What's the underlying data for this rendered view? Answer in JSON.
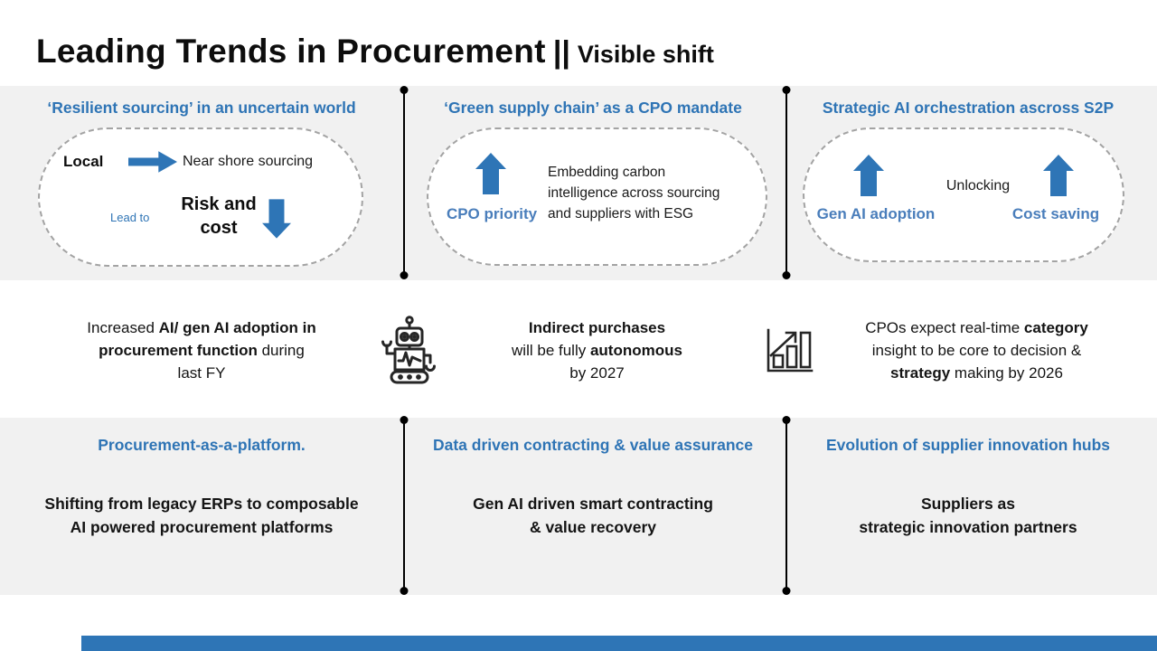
{
  "title": {
    "main": "Leading Trends in Procurement",
    "separator": "||",
    "sub": "Visible shift"
  },
  "colors": {
    "accent_blue": "#2e74b5",
    "label_blue": "#4a7ebb",
    "arrow_blue": "#2e75b6",
    "band_gray": "#f1f1f1",
    "bottom_bar_blue": "#2e75b6"
  },
  "top_band": {
    "c1": {
      "heading": "‘Resilient sourcing’ in an uncertain world",
      "local_label": "Local",
      "near_shore_label": "Near shore sourcing",
      "lead_to_label": "Lead to",
      "risk_line1": "Risk and",
      "risk_line2": "cost"
    },
    "c2": {
      "heading": "‘Green supply chain’ as a CPO mandate",
      "arrow_label": "CPO priority",
      "body": [
        "Embedding carbon",
        "intelligence across sourcing",
        "and suppliers with ESG"
      ]
    },
    "c3": {
      "heading": "Strategic AI orchestration ascross S2P",
      "left_arrow_label": "Gen AI adoption",
      "center_label": "Unlocking",
      "right_arrow_label": "Cost saving"
    }
  },
  "stats": {
    "s1": {
      "l1a": "Increased ",
      "l1b": "AI/ gen AI adoption in",
      "l2a": "procurement function",
      "l2b": " during",
      "l3": "last FY"
    },
    "s2": {
      "l1": "Indirect purchases",
      "l2a": "will be fully ",
      "l2b": "autonomous",
      "l3": "by 2027",
      "icon": "robot-icon"
    },
    "s3": {
      "l1a": "CPOs expect real-time ",
      "l1b": "category",
      "l2": "insight to be core to decision &",
      "l3a": "strategy",
      "l3b": " making by 2026",
      "icon": "bar-chart-growth-icon"
    }
  },
  "bottom_band": {
    "b1": {
      "heading": "Procurement-as-a-platform.",
      "line1": "Shifting from legacy ERPs to composable",
      "line2": "AI powered procurement platforms"
    },
    "b2": {
      "heading": "Data driven contracting & value assurance",
      "line1": "Gen AI driven smart contracting",
      "line2": "& value recovery"
    },
    "b3": {
      "heading": "Evolution of supplier innovation hubs",
      "line1": "Suppliers as",
      "line2": "strategic innovation partners"
    }
  }
}
